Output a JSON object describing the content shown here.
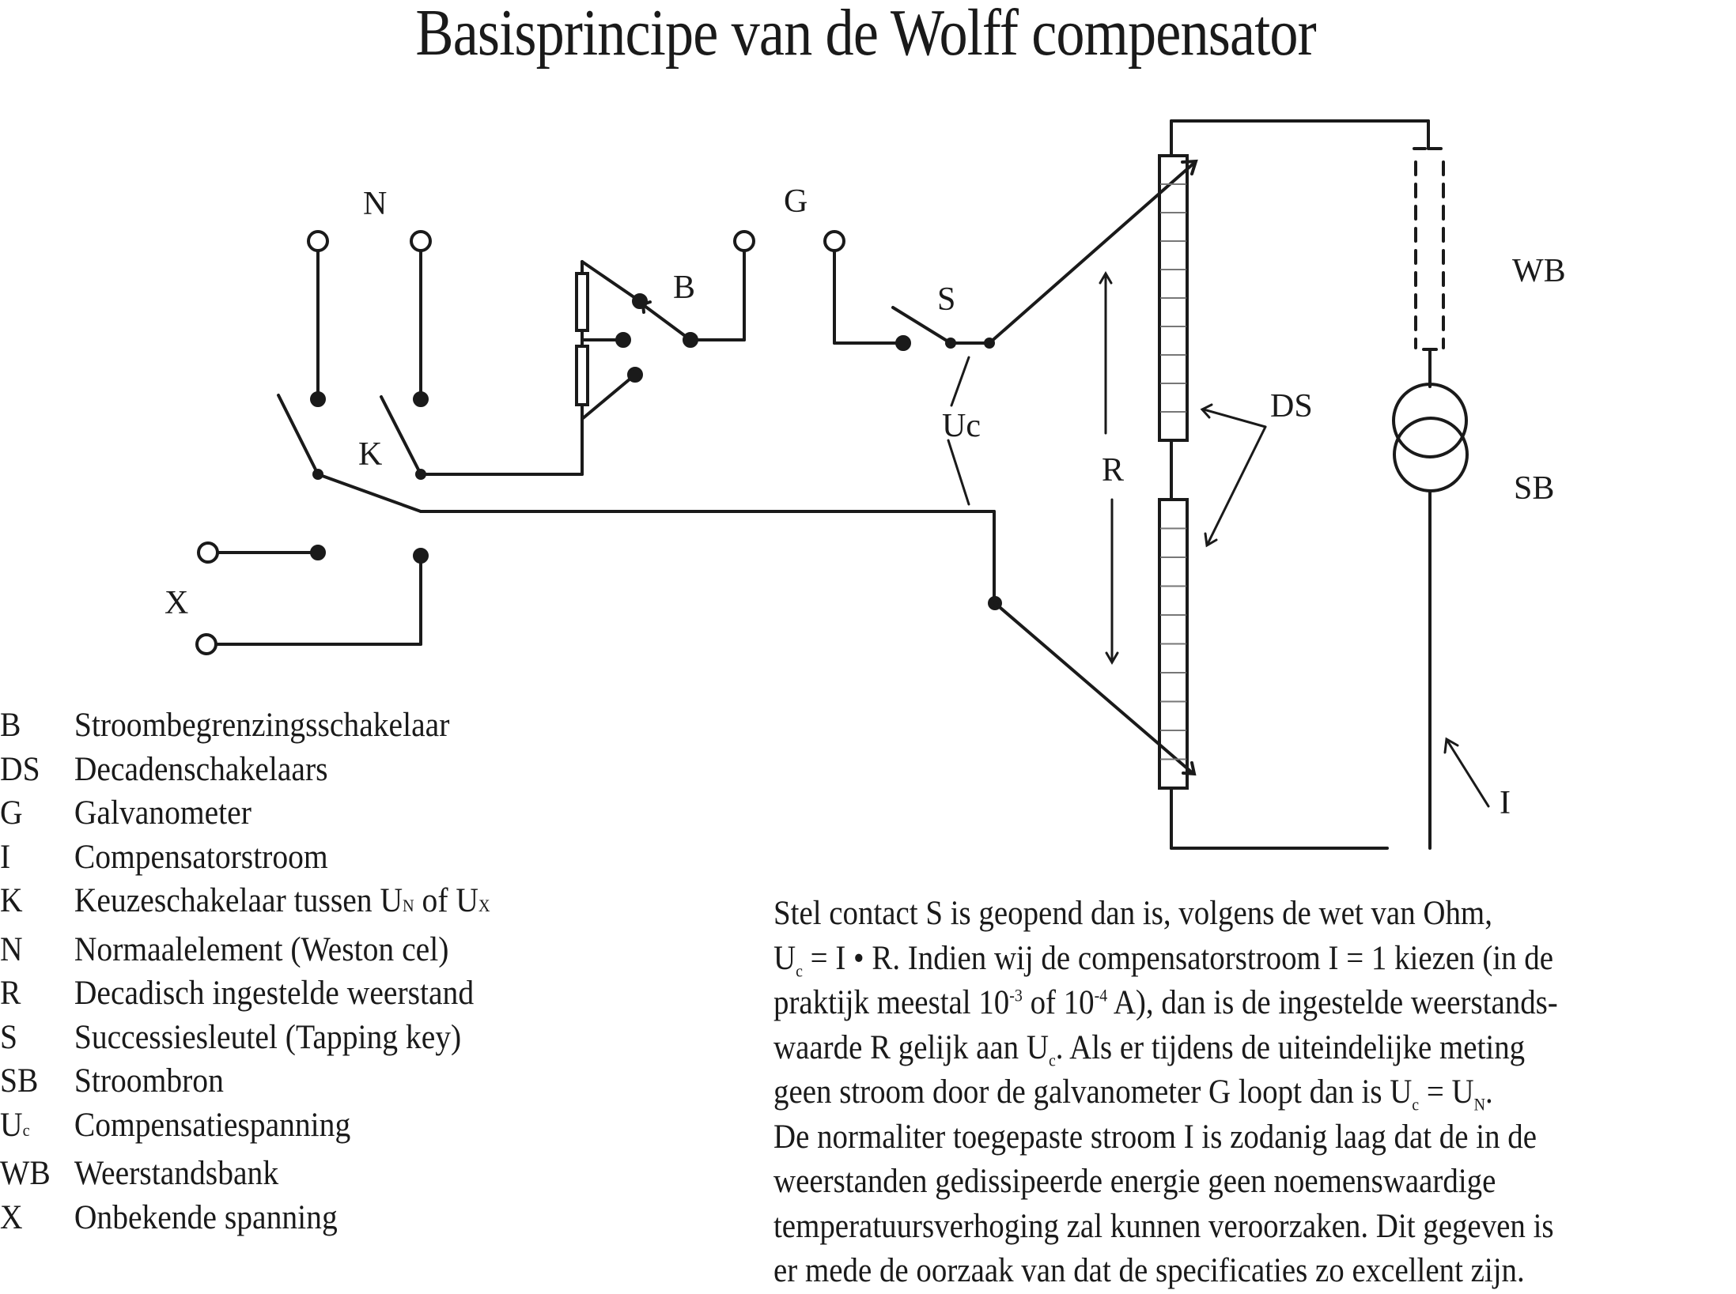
{
  "title": "Basisprincipe van de Wolff compensator",
  "diagram": {
    "labels": {
      "N": "N",
      "G": "G",
      "B": "B",
      "S": "S",
      "K": "K",
      "X": "X",
      "Uc": "Uc",
      "R": "R",
      "DS": "DS",
      "WB": "WB",
      "SB": "SB",
      "I": "I"
    },
    "components": [
      {
        "id": "N",
        "type": "terminal-pair",
        "description": "Normal cell terminals"
      },
      {
        "id": "G",
        "type": "terminal-pair",
        "description": "Galvanometer terminals"
      },
      {
        "id": "X",
        "type": "terminal-pair",
        "description": "Unknown voltage terminals"
      },
      {
        "id": "K",
        "type": "double-pole switch"
      },
      {
        "id": "B",
        "type": "rotary selector with two resistors"
      },
      {
        "id": "S",
        "type": "tapping key"
      },
      {
        "id": "DS",
        "type": "two decade resistor stacks",
        "segments_per_stack": 10
      },
      {
        "id": "WB",
        "type": "resistance bank (dashed)"
      },
      {
        "id": "SB",
        "type": "current source"
      }
    ]
  },
  "legend": [
    {
      "key": "B",
      "desc": "Stroombegrenzingsschakelaar"
    },
    {
      "key": "DS",
      "desc": "Decadenschakelaars"
    },
    {
      "key": "G",
      "desc": "Galvanometer"
    },
    {
      "key": "I",
      "desc": "Compensatorstroom"
    },
    {
      "key": "K",
      "desc_pre": "Keuzeschakelaar tussen U",
      "sub1": "N",
      "mid": " of U",
      "sub2": "X"
    },
    {
      "key": "N",
      "desc": "Normaalelement (Weston cel)"
    },
    {
      "key": "R",
      "desc": "Decadisch ingestelde weerstand"
    },
    {
      "key": "S",
      "desc": "Successiesleutel (Tapping key)"
    },
    {
      "key": "SB",
      "desc": "Stroombron"
    },
    {
      "key_main": "U",
      "key_sub": "c",
      "desc": "Compensatiespanning"
    },
    {
      "key": "WB",
      "desc": "Weerstandsbank"
    },
    {
      "key": "X",
      "desc": "Onbekende spanning"
    }
  ],
  "explanation": {
    "l1": "Stel contact S  is geopend dan is, volgens de wet van Ohm,",
    "l2_a": "U",
    "l2_sub": "c",
    "l2_b": " = I • R. Indien wij de compensatorstroom I = 1 kiezen (in de",
    "l3_a": "praktijk meestal 10",
    "l3_sup1": "-3",
    "l3_b": " of 10",
    "l3_sup2": "-4",
    "l3_c": " A), dan is de ingestelde weerstands-",
    "l4_a": "waarde R gelijk aan U",
    "l4_sub": "c",
    "l4_b": ". Als er tijdens de uiteindelijke meting",
    "l5_a": "geen stroom door de galvanometer G loopt dan is U",
    "l5_sub1": "c",
    "l5_b": " = U",
    "l5_sub2": "N",
    "l5_c": ".",
    "l6": "De normaliter toegepaste stroom I is zodanig laag dat de in de",
    "l7": "weerstanden gedissipeerde energie geen noemenswaardige",
    "l8": "temperatuursverhoging zal kunnen veroorzaken. Dit gegeven is",
    "l9": "er mede de oorzaak van dat de specificaties zo excellent zijn."
  }
}
